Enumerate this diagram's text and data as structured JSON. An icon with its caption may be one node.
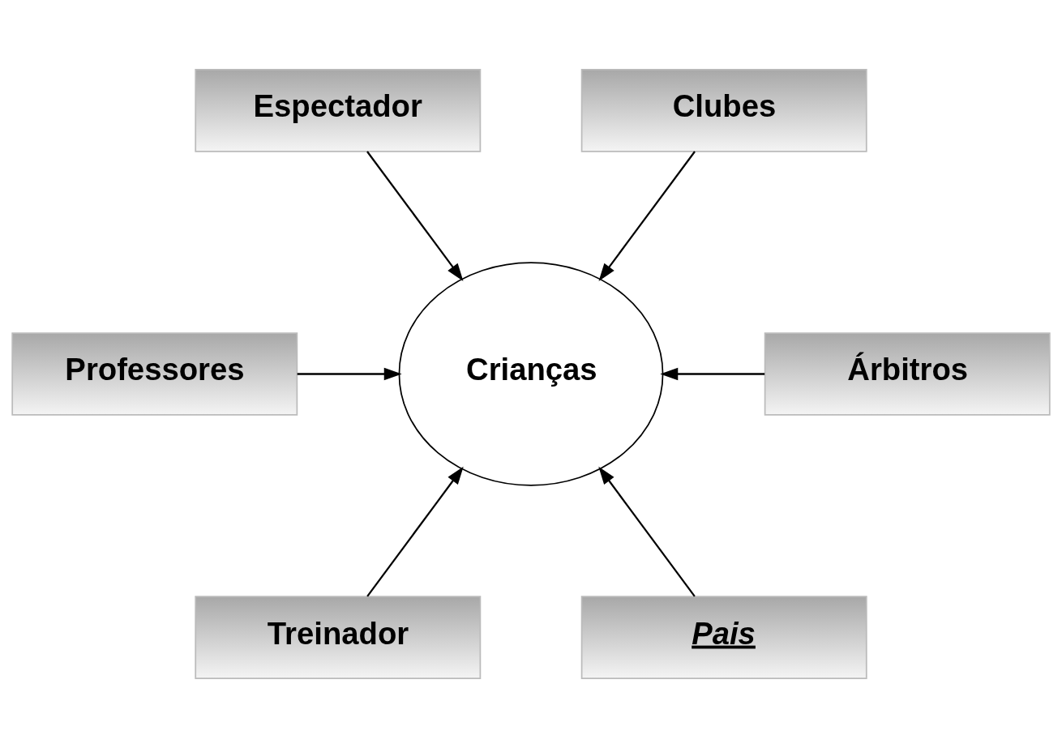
{
  "diagram": {
    "nodes": [
      {
        "text": [
          "Espectador"
        ]
      },
      {
        "text": [
          "Clubes"
        ]
      },
      {
        "text": [
          "Professores"
        ]
      },
      {
        "text": [
          "Crianças"
        ]
      },
      {
        "text": [
          "Árbitros"
        ]
      },
      {
        "text": [
          "Treinador"
        ]
      },
      {
        "text": [
          "Pais"
        ]
      }
    ],
    "edges": [
      {
        "from": 0,
        "to": 3,
        "arrow": "to"
      },
      {
        "from": 1,
        "to": 3,
        "arrow": "to"
      },
      {
        "from": 2,
        "to": 3,
        "arrow": "to"
      },
      {
        "from": 4,
        "to": 3,
        "arrow": "to"
      },
      {
        "from": 5,
        "to": 3,
        "arrow": "to"
      },
      {
        "from": 6,
        "to": 3,
        "arrow": "to"
      }
    ]
  }
}
